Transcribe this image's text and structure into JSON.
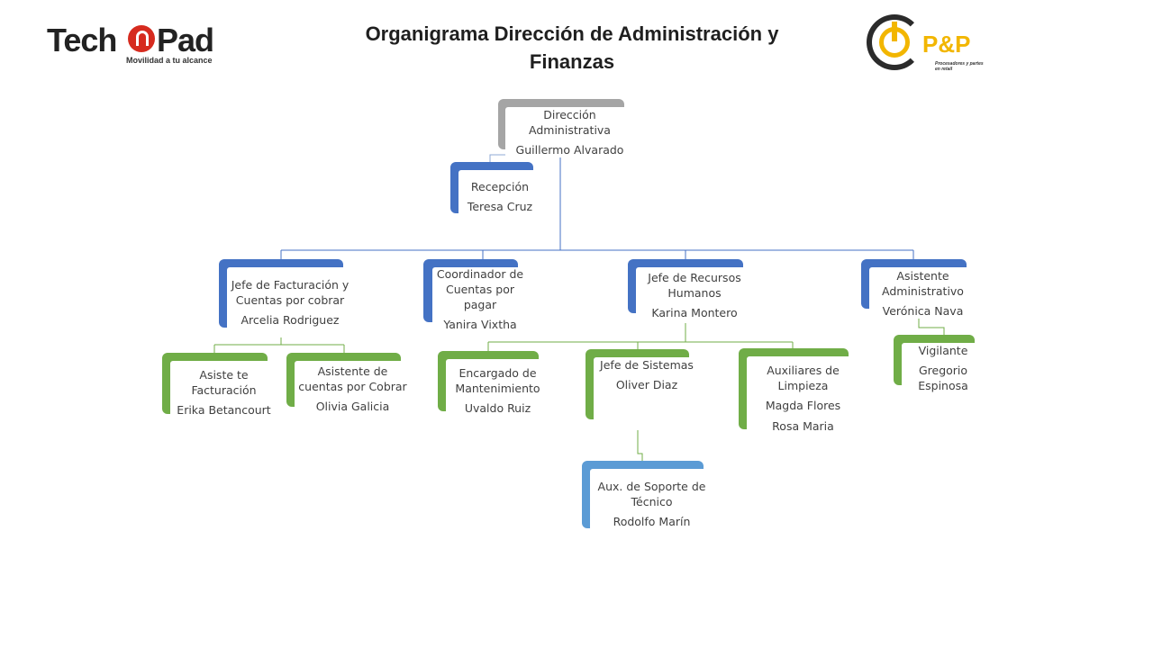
{
  "header": {
    "title": "Organigrama Dirección de Administración y Finanzas",
    "logo_left": {
      "brand_a": "Tech",
      "brand_b": "Pad",
      "tagline": "Movilidad a tu alcance",
      "icon": "power-pin-icon"
    },
    "logo_right": {
      "brand": "P&P",
      "tagline": "Procesadores y partes en retail",
      "icon": "power-ring-icon"
    }
  },
  "colors": {
    "gray": "#a5a5a5",
    "blue": "#4472c4",
    "green": "#70ad47",
    "light_blue": "#5b9bd5"
  },
  "org": {
    "director": {
      "role": "Dirección Administrativa",
      "name": "Guillermo Alvarado"
    },
    "reception": {
      "role": "Recepción",
      "name": "Teresa Cruz"
    },
    "billing_head": {
      "role": "Jefe de Facturación y Cuentas por cobrar",
      "name": "Arcelia Rodriguez"
    },
    "billing_assistant": {
      "role": "Asiste te Facturación",
      "name": "Erika Betancourt"
    },
    "collections_assistant": {
      "role": "Asistente de cuentas por Cobrar",
      "name": "Olivia  Galicia"
    },
    "payables_coordinator": {
      "role": "Coordinador de Cuentas por pagar",
      "name": "Yanira Vixtha"
    },
    "hr_head": {
      "role": "Jefe de Recursos Humanos",
      "name": "Karina Montero"
    },
    "maintenance": {
      "role": "Encargado de Mantenimiento",
      "name": "Uvaldo Ruiz"
    },
    "systems_head": {
      "role": "Jefe de Sistemas",
      "name": "Oliver Diaz"
    },
    "tech_support": {
      "role": "Aux. de Soporte de Técnico",
      "name": "Rodolfo Marín"
    },
    "cleaning": {
      "role": "Auxiliares de Limpieza",
      "names": [
        "Magda Flores",
        "Rosa Maria"
      ]
    },
    "admin_assistant": {
      "role": "Asistente Administrativo",
      "name": "Verónica Nava"
    },
    "guard": {
      "role": "Vigilante",
      "name": "Gregorio Espinosa"
    }
  }
}
